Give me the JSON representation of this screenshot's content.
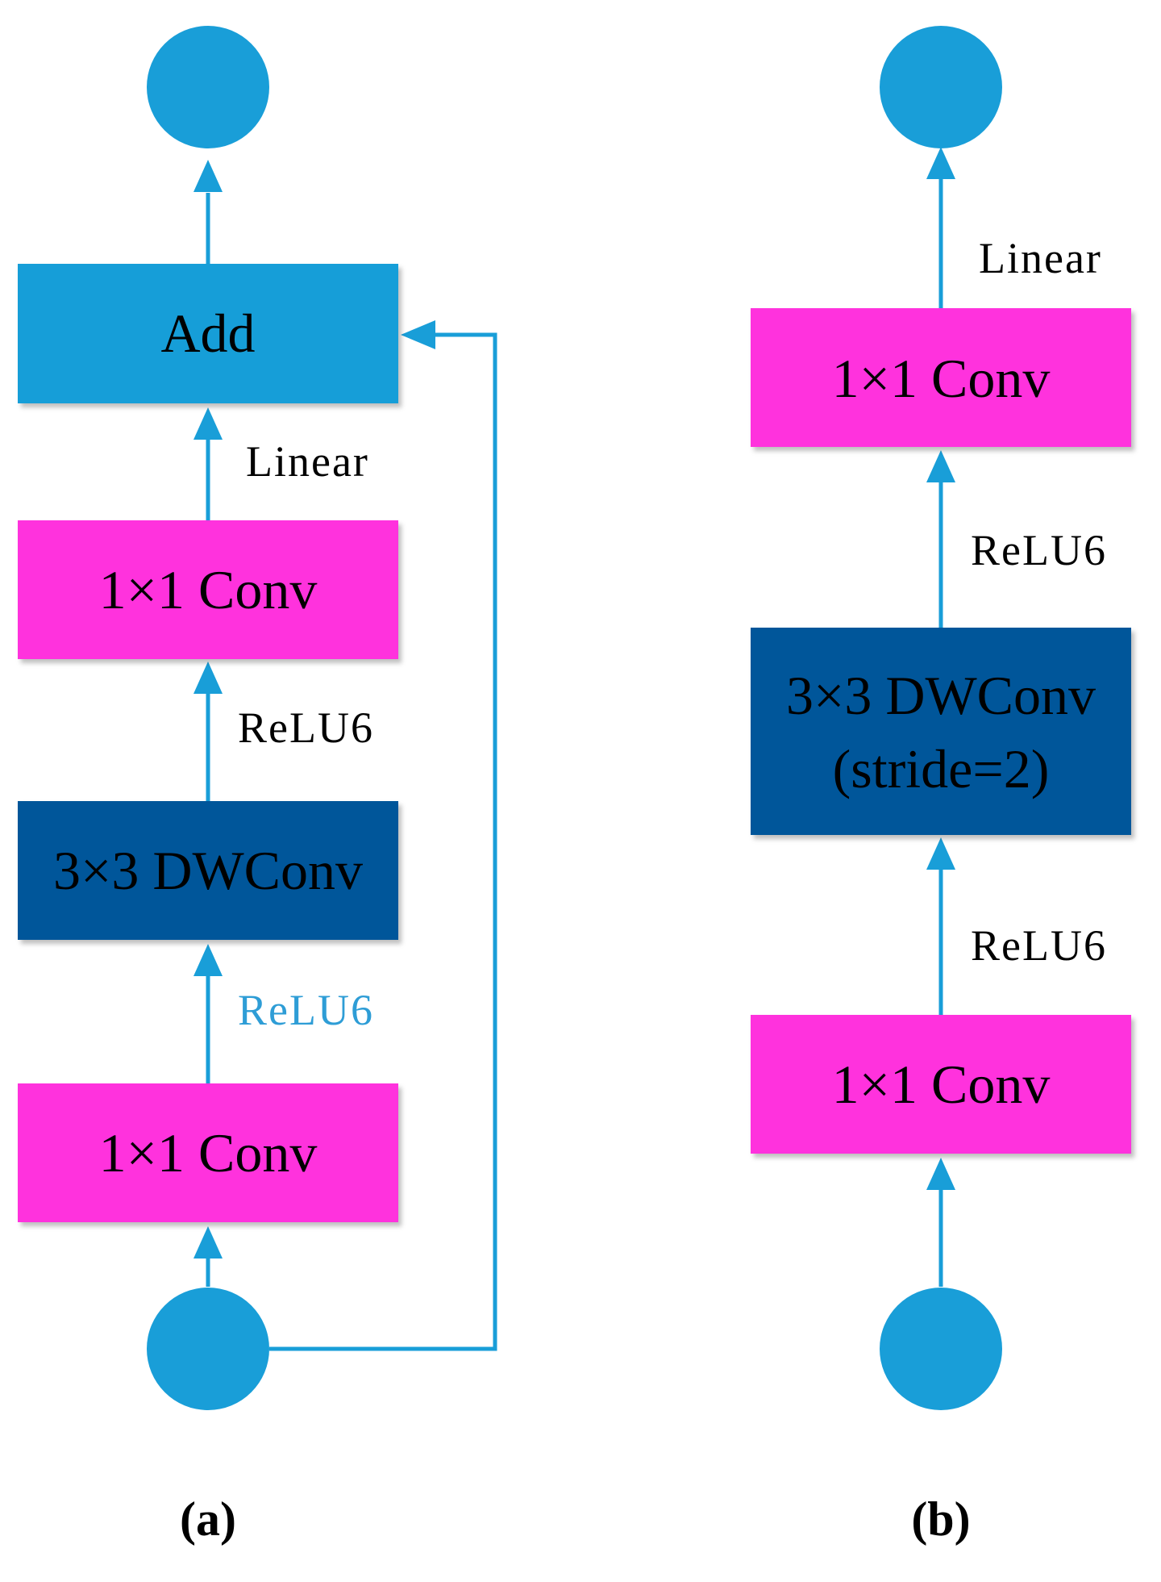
{
  "colors": {
    "node": "#199ED8",
    "add_block": "#199ED8",
    "conv1x1": "#FF33DD",
    "dwconv": "#04579A",
    "arrow": "#199ED8",
    "text": "#000000",
    "relu6_highlight": "#2E9DD6"
  },
  "panel_a": {
    "add_label": "Add",
    "linear_label": "Linear",
    "conv_top_label": "1×1 Conv",
    "relu6_upper_label": "ReLU6",
    "dwconv_label": "3×3 DWConv",
    "relu6_lower_label": "ReLU6",
    "conv_bottom_label": "1×1 Conv",
    "caption": "(a)"
  },
  "panel_b": {
    "linear_label": "Linear",
    "conv_top_label": "1×1 Conv",
    "relu6_upper_label": "ReLU6",
    "dwconv_line1": "3×3 DWConv",
    "dwconv_line2": "(stride=2)",
    "relu6_lower_label": "ReLU6",
    "conv_bottom_label": "1×1 Conv",
    "caption": "(b)"
  }
}
